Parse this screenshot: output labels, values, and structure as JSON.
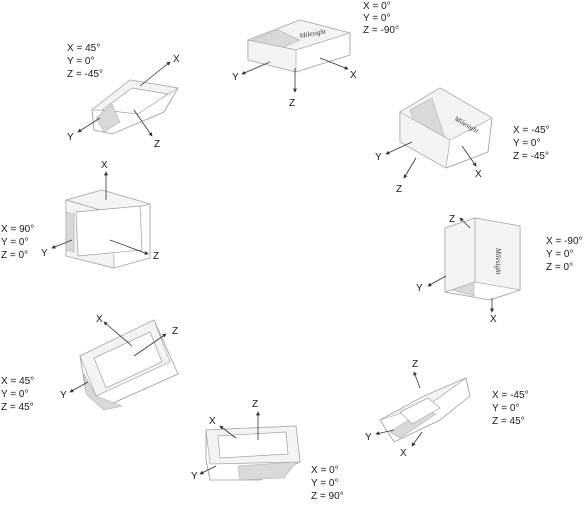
{
  "orientations": [
    {
      "x": "X = 0°",
      "y": "Y = 0°",
      "z": "Z = -90°"
    },
    {
      "x": "X = -45°",
      "y": "Y = 0°",
      "z": "Z = -45°"
    },
    {
      "x": "X = -90°",
      "y": "Y = 0°",
      "z": "Z = 0°"
    },
    {
      "x": "X = -45°",
      "y": "Y = 0°",
      "z": "Z = 45°"
    },
    {
      "x": "X = 0°",
      "y": "Y = 0°",
      "z": "Z = 90°"
    },
    {
      "x": "X = 45°",
      "y": "Y = 0°",
      "z": "Z = 45°"
    },
    {
      "x": "X = 90°",
      "y": "Y = 0°",
      "z": "Z = 0°"
    },
    {
      "x": "X = 45°",
      "y": "Y = 0°",
      "z": "Z = -45°"
    }
  ],
  "axis_labels": {
    "x": "X",
    "y": "Y",
    "z": "Z"
  },
  "brand": "Milesight",
  "colors": {
    "stroke": "#333333",
    "panel": "#d9d9d9",
    "body": "#ffffff"
  }
}
